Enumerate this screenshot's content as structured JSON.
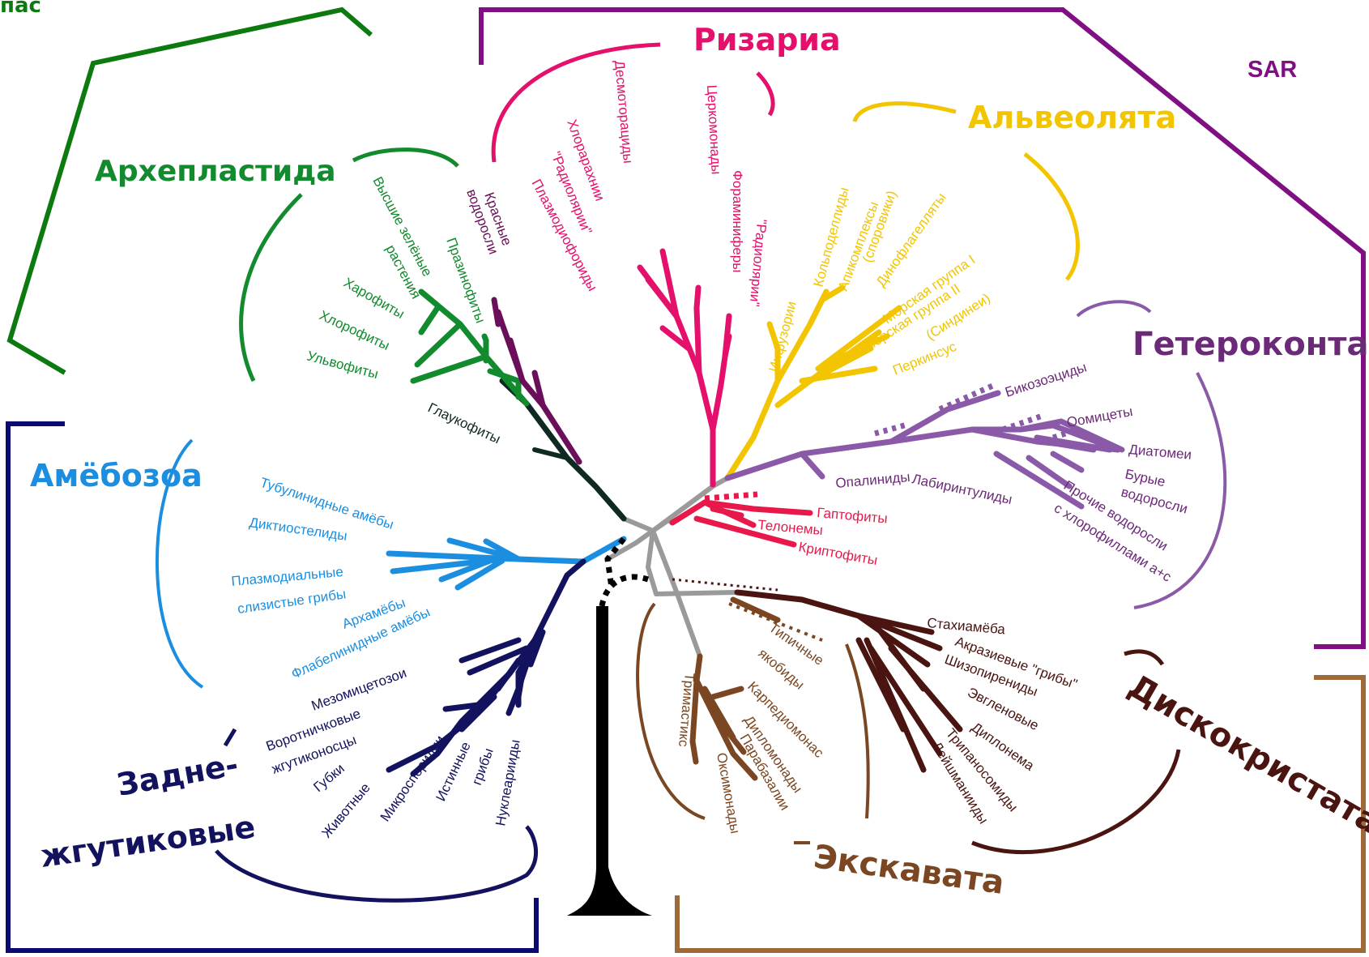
{
  "supergroup_labels": {
    "sar": "SAR",
    "archaeplastida_corner": "пас"
  },
  "group_labels": {
    "archaeplastida": "Архепластида",
    "rhizaria": "Ризариа",
    "alveolata": "Альвеолята",
    "heterokonta": "Гетероконта",
    "amoebozoa": "Амёбозоа",
    "opisthokonta_1": "Задне-",
    "opisthokonta_2": "жгутиковые",
    "excavata": "Экскавата",
    "discicristata": "Дискокристата"
  },
  "taxa": {
    "archaeplastida": {
      "red_algae_1": "Красные",
      "red_algae_2": "водоросли",
      "higher_plants_1": "Высшие зелёные",
      "higher_plants_2": "растения",
      "prasinophytes": "Празинофиты",
      "charophytes": "Харофиты",
      "chlorophytes": "Хлорофиты",
      "ulvophytes": "Ульвофиты",
      "glaucophytes": "Глаукофиты"
    },
    "rhizaria": {
      "desmothoracids": "Десмоторациды",
      "cercomonads": "Церкомонады",
      "chlorarachniophytes": "Хлорарахнии",
      "radiolaria_a": "\"Радиолярии\"",
      "plasmodiophorids": "Плазмодиофориды",
      "foraminifera": "Фораминиферы",
      "radiolaria_b": "\"Радиолярии\""
    },
    "alveolata": {
      "colpodellids": "Кольподеллиды",
      "apicomplexa": "Апикомплексы",
      "sporozoa": "(споровики)",
      "dinoflagellates": "Динофлагелляты",
      "ciliates": "Инфузории",
      "marine_group_1": "Морская группа I",
      "marine_group_2": "Морская группа II",
      "syndiniales": "(Синдинеи)",
      "perkinsus": "Перкинсус"
    },
    "heterokonta": {
      "bicosoecids": "Бикозоэциды",
      "oomycetes": "Оомицеты",
      "diatoms": "Диатомеи",
      "brown_algae_1": "Бурые",
      "brown_algae_2": "водоросли",
      "opalinids": "Опалиниды",
      "labyrinthulids": "Лабиринтулиды",
      "other_algae_1": "Прочие водоросли",
      "other_algae_2": "с хлорофиллами a+c"
    },
    "hacrobia": {
      "haptophytes": "Гаптофиты",
      "telonemids": "Телонемы",
      "cryptophytes": "Криптофиты"
    },
    "amoebozoa": {
      "tubulinids": "Тубулинидные амёбы",
      "dictyostelids": "Диктиостелиды",
      "plasmodial_1": "Плазмодиальные",
      "plasmodial_2": "слизистые грибы",
      "archamoebae": "Архамёбы",
      "flabellinids": "Флабелинидные амёбы"
    },
    "opisthokonta": {
      "mesomycetozoa": "Мезомицетозои",
      "choanoflagellates_1": "Воротничковые",
      "choanoflagellates_2": "жгутиконосцы",
      "sponges": "Губки",
      "animals": "Животные",
      "microsporidia": "Микроспоридии",
      "true_fungi_1": "Истинные",
      "true_fungi_2": "грибы",
      "nucleariids": "Нуклеарииды"
    },
    "excavata": {
      "typical_1": "Типичные",
      "typical_2": "якобиды",
      "carpediemonas": "Карпедиомонас",
      "diplomonads": "Дипломонады",
      "parabasalids": "Парабазалии",
      "oxymonads": "Оксимонады",
      "trimastix": "Тримастикс"
    },
    "discicristata": {
      "stachyamoeba": "Стахиамёба",
      "acrasids": "Акразиевые \"грибы\"",
      "schizopyrenids": "Шизопирениды",
      "euglenids": "Эвгленовые",
      "diplonema": "Диплонема",
      "trypanosomatids": "Трипаносомиды",
      "leishmania": "Лейшманииды"
    }
  },
  "colors": {
    "archaeplastida_green": "#128a2e",
    "archaeplastida_frame": "#0d7a10",
    "red_algae": "#6b0f5a",
    "glaucophyte": "#0f2a22",
    "rhizaria": "#e5106c",
    "alveolata": "#f2c500",
    "heterokonta": "#8a5aa8",
    "sar_frame": "#7f0f83",
    "hacrobia": "#e8184a",
    "amoebozoa": "#1c8ee0",
    "opisthokonta": "#12125e",
    "opisthokonta_frame": "#0a0a70",
    "excavata": "#7a4722",
    "discicristata": "#4a1410",
    "excavata_frame": "#a0693a",
    "stem": "#9a9a9a",
    "root": "#000000"
  }
}
